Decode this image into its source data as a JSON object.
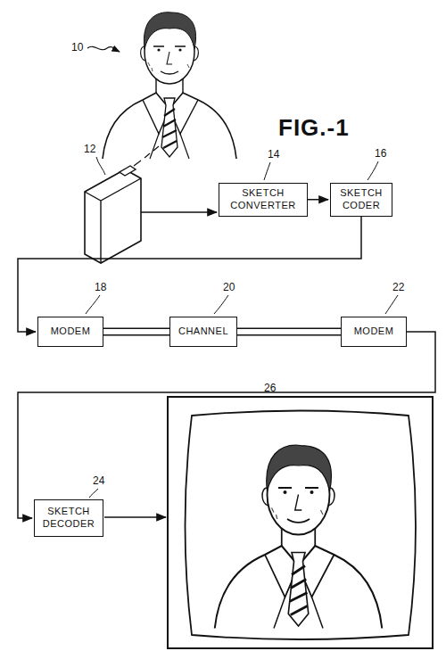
{
  "diagram": {
    "nodes": [
      {
        "text": [
          "SKETCH CONVERTER"
        ]
      },
      {
        "text": [
          "SKETCH CODER"
        ]
      },
      {
        "text": [
          "MODEM"
        ]
      },
      {
        "text": [
          "CHANNEL"
        ]
      },
      {
        "text": [
          "MODEM"
        ]
      },
      {
        "text": [
          "SKETCH DECODER"
        ]
      }
    ],
    "edges": [
      {
        "from": 0,
        "to": 1,
        "arrow": "to"
      },
      {
        "from": 1,
        "to": 2,
        "arrow": "to"
      },
      {
        "from": 2,
        "to": 3,
        "arrow": "none"
      },
      {
        "from": 3,
        "to": 4,
        "arrow": "none"
      },
      {
        "from": 4,
        "to": 5,
        "arrow": "to"
      }
    ],
    "labels": [
      "10",
      "FIG.-1",
      "12",
      "14",
      "16",
      "18",
      "20",
      "22",
      "26",
      "24"
    ]
  }
}
